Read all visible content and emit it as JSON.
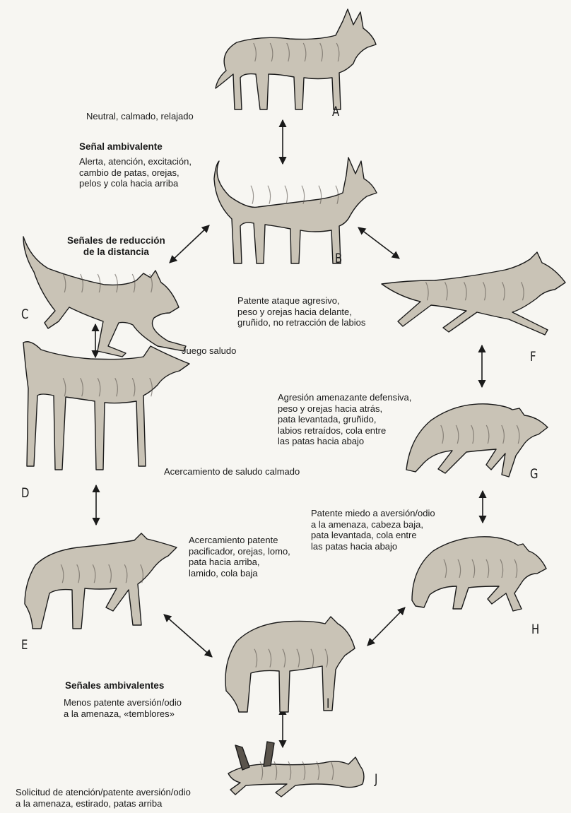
{
  "colors": {
    "background": "#f7f6f2",
    "ink": "#1a1a1a",
    "fur_light": "#c9c3b6",
    "fur_dark": "#5a544c"
  },
  "wolves": {
    "A": {
      "letter": "A",
      "pose": "standing-neutral",
      "caption": "Neutral, calmado, relajado"
    },
    "B": {
      "letter": "B",
      "pose": "standing-alert",
      "heading": "Señal ambivalente",
      "caption": "Alerta, atención, excitación,\ncambio de patas, orejas,\npelos y cola hacia arriba"
    },
    "C": {
      "letter": "C",
      "pose": "play-bow",
      "heading": "Señales de reducción\nde la distancia",
      "caption": "Juego saludo"
    },
    "D": {
      "letter": "D",
      "pose": "calm-approach",
      "caption": "Acercamiento de saludo calmado"
    },
    "E": {
      "letter": "E",
      "pose": "pacifying-approach",
      "caption": "Acercamiento patente\npacificador, orejas, lomo,\npata hacia arriba,\nlamido, cola baja"
    },
    "F": {
      "letter": "F",
      "pose": "aggressive-attack",
      "caption": "Patente ataque agresivo,\npeso y orejas hacia delante,\ngruñido, no retracción de labios"
    },
    "G": {
      "letter": "G",
      "pose": "defensive-threat",
      "caption": "Agresión amenazante defensiva,\npeso y orejas hacia atrás,\npata levantada, gruñido,\nlabios retraídos, cola entre\nlas patas hacia abajo"
    },
    "H": {
      "letter": "H",
      "pose": "fear-aversion",
      "caption": "Patente miedo a aversión/odio\na la amenaza, cabeza baja,\npata levantada, cola entre\nlas patas hacia abajo"
    },
    "I": {
      "letter": "I",
      "pose": "head-down-trembling",
      "heading": "Señales ambivalentes",
      "caption": "Menos patente aversión/odio\na la amenaza, «temblores»"
    },
    "J": {
      "letter": "J",
      "pose": "lying-belly-up",
      "caption": "Solicitud de atención/patente aversión/odio\na la amenaza, estirado, patas arriba"
    }
  },
  "transitions": [
    {
      "from": "A",
      "to": "B",
      "direction": "both"
    },
    {
      "from": "B",
      "to": "C",
      "direction": "both"
    },
    {
      "from": "B",
      "to": "F",
      "direction": "both"
    },
    {
      "from": "C",
      "to": "D",
      "direction": "both"
    },
    {
      "from": "D",
      "to": "E",
      "direction": "both"
    },
    {
      "from": "E",
      "to": "I",
      "direction": "both"
    },
    {
      "from": "F",
      "to": "G",
      "direction": "both"
    },
    {
      "from": "G",
      "to": "H",
      "direction": "both"
    },
    {
      "from": "H",
      "to": "I",
      "direction": "both"
    },
    {
      "from": "I",
      "to": "J",
      "direction": "both"
    }
  ]
}
